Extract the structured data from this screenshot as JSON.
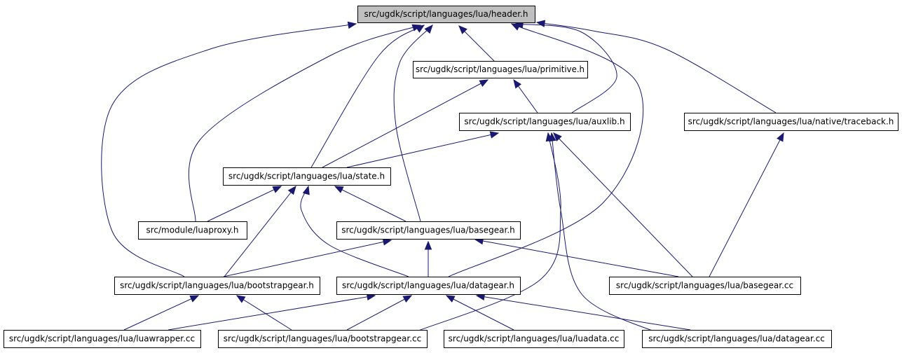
{
  "graph": {
    "nodes": [
      {
        "id": "header",
        "label": "src/ugdk/script/languages/lua/header.h",
        "root": true
      },
      {
        "id": "primitive",
        "label": "src/ugdk/script/languages/lua/primitive.h"
      },
      {
        "id": "auxlib",
        "label": "src/ugdk/script/languages/lua/auxlib.h"
      },
      {
        "id": "traceback",
        "label": "src/ugdk/script/languages/lua/native/traceback.h"
      },
      {
        "id": "state",
        "label": "src/ugdk/script/languages/lua/state.h"
      },
      {
        "id": "luaproxy",
        "label": "src/module/luaproxy.h"
      },
      {
        "id": "basegear_h",
        "label": "src/ugdk/script/languages/lua/basegear.h"
      },
      {
        "id": "bootstrapgear_h",
        "label": "src/ugdk/script/languages/lua/bootstrapgear.h"
      },
      {
        "id": "datagear_h",
        "label": "src/ugdk/script/languages/lua/datagear.h"
      },
      {
        "id": "basegear_cc",
        "label": "src/ugdk/script/languages/lua/basegear.cc"
      },
      {
        "id": "luawrapper_cc",
        "label": "src/ugdk/script/languages/lua/luawrapper.cc"
      },
      {
        "id": "bootstrapgear_cc",
        "label": "src/ugdk/script/languages/lua/bootstrapgear.cc"
      },
      {
        "id": "luadata_cc",
        "label": "src/ugdk/script/languages/lua/luadata.cc"
      },
      {
        "id": "datagear_cc",
        "label": "src/ugdk/script/languages/lua/datagear.cc"
      }
    ],
    "edges": [
      {
        "from": "primitive",
        "to": "header"
      },
      {
        "from": "auxlib",
        "to": "header"
      },
      {
        "from": "traceback",
        "to": "header"
      },
      {
        "from": "state",
        "to": "header"
      },
      {
        "from": "luaproxy",
        "to": "header"
      },
      {
        "from": "basegear_h",
        "to": "header"
      },
      {
        "from": "bootstrapgear_h",
        "to": "header"
      },
      {
        "from": "datagear_h",
        "to": "header"
      },
      {
        "from": "auxlib",
        "to": "primitive"
      },
      {
        "from": "state",
        "to": "primitive"
      },
      {
        "from": "state",
        "to": "auxlib"
      },
      {
        "from": "basegear_cc",
        "to": "auxlib"
      },
      {
        "from": "bootstrapgear_cc",
        "to": "auxlib"
      },
      {
        "from": "datagear_cc",
        "to": "auxlib"
      },
      {
        "from": "basegear_cc",
        "to": "traceback"
      },
      {
        "from": "luaproxy",
        "to": "state"
      },
      {
        "from": "basegear_h",
        "to": "state"
      },
      {
        "from": "bootstrapgear_h",
        "to": "state"
      },
      {
        "from": "datagear_h",
        "to": "state"
      },
      {
        "from": "bootstrapgear_h",
        "to": "basegear_h"
      },
      {
        "from": "datagear_h",
        "to": "basegear_h"
      },
      {
        "from": "basegear_cc",
        "to": "basegear_h"
      },
      {
        "from": "luawrapper_cc",
        "to": "bootstrapgear_h"
      },
      {
        "from": "bootstrapgear_cc",
        "to": "bootstrapgear_h"
      },
      {
        "from": "luawrapper_cc",
        "to": "datagear_h"
      },
      {
        "from": "bootstrapgear_cc",
        "to": "datagear_h"
      },
      {
        "from": "luadata_cc",
        "to": "datagear_h"
      },
      {
        "from": "datagear_cc",
        "to": "datagear_h"
      }
    ]
  }
}
